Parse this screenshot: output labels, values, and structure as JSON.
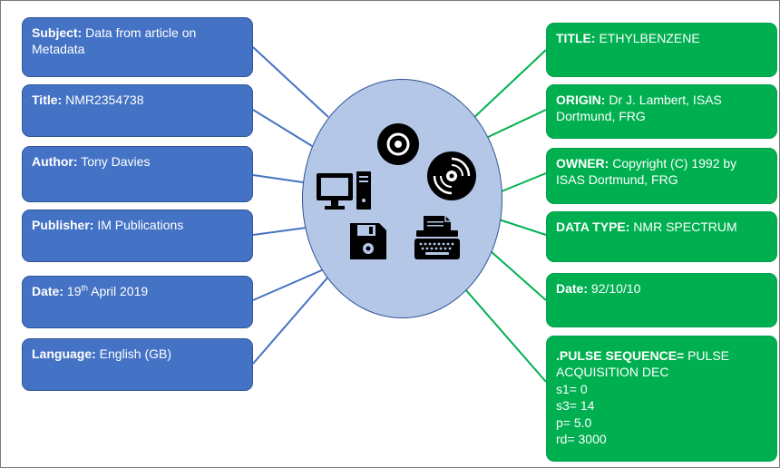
{
  "left_boxes": [
    {
      "label": "Subject:",
      "value": "Data from article on Metadata"
    },
    {
      "label": "Title:",
      "value": "NMR2354738"
    },
    {
      "label": "Author:",
      "value": "Tony Davies"
    },
    {
      "label": "Publisher:",
      "value": "IM Publications"
    },
    {
      "label": "Date:",
      "value_pre": "19",
      "value_sup": "th",
      "value_post": " April 2019"
    },
    {
      "label": "Language:",
      "value": "English (GB)"
    }
  ],
  "right_boxes": [
    {
      "label": "TITLE:",
      "value": "ETHYLBENZENE"
    },
    {
      "label": "ORIGIN:",
      "value": "Dr J. Lambert, ISAS Dortmund, FRG"
    },
    {
      "label": "OWNER:",
      "value": "Copyright (C) 1992 by ISAS Dortmund, FRG"
    },
    {
      "label": "DATA TYPE:",
      "value": "NMR SPECTRUM"
    },
    {
      "label": "Date:",
      "value": "92/10/10"
    },
    {
      "label": ".PULSE SEQUENCE=",
      "value": "PULSE ACQUISITION DEC",
      "lines": [
        "s1= 0",
        "s3= 14",
        "p= 5.0",
        "rd= 3000"
      ]
    }
  ],
  "hub_icons": [
    "cd-disc-icon",
    "vinyl-record-icon",
    "desktop-computer-icon",
    "floppy-disk-icon",
    "typewriter-icon"
  ],
  "colors": {
    "left_box": "#4472c4",
    "right_box": "#00b050",
    "hub": "#b4c7e7",
    "connector_left": "#4472c4",
    "connector_right": "#00b050"
  }
}
